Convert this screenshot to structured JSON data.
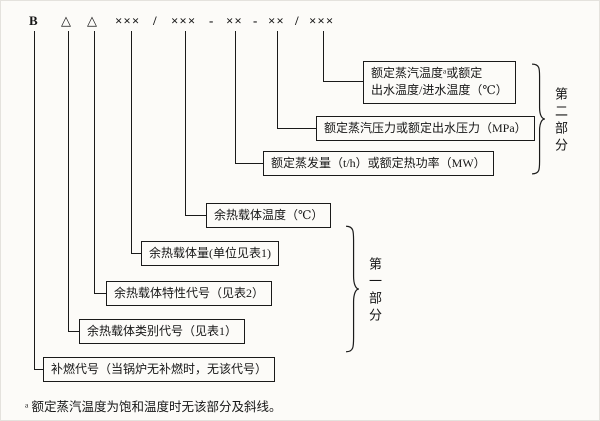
{
  "code": {
    "symbols": [
      "B",
      "△",
      "△",
      "×××",
      "/",
      "×××",
      "-",
      "××",
      "-",
      "××",
      "/",
      "×××"
    ]
  },
  "labels": {
    "rated_steam_temp": {
      "line1": "额定蒸汽温度ᵃ或额定",
      "line2": "出水温度/进水温度（℃）"
    },
    "rated_steam_pressure": "额定蒸汽压力或额定出水压力（MPa）",
    "rated_evaporation": "额定蒸发量（t/h）或额定热功率（MW）",
    "medium_temperature": "余热载体温度（℃）",
    "medium_quantity": "余热载体量(单位见表1)",
    "medium_characteristic": "余热载体特性代号（见表2）",
    "medium_category": "余热载体类别代号（见表1）",
    "supplementary_firing": "补燃代号（当锅炉无补燃时，无该代号）"
  },
  "groups": {
    "part1": "第一部分",
    "part2": "第二部分"
  },
  "footnote": "ᵃ  额定蒸汽温度为饱和温度时无该部分及斜线。"
}
